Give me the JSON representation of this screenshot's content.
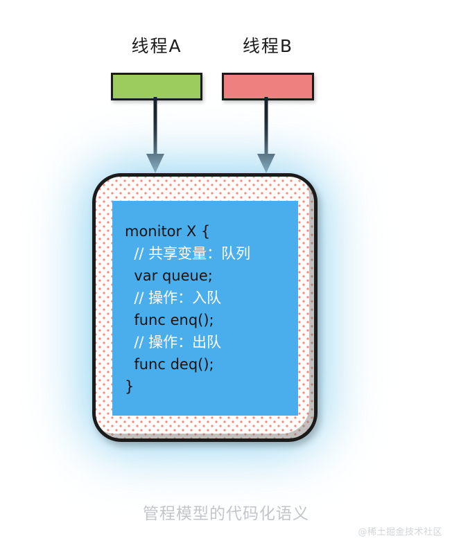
{
  "diagram": {
    "caption": "管程模型的代码化语义",
    "watermark": "@稀土掘金技术社区",
    "threads": [
      {
        "label": "线程A",
        "color": "#9ccb5e",
        "arrow": "down-arrow"
      },
      {
        "label": "线程B",
        "color": "#ef8080",
        "arrow": "down-arrow"
      }
    ],
    "monitor": {
      "panel_color": "#4aaeec",
      "border_color": "#1b1b1b",
      "dot_color": "#f08c7a",
      "glow_color": "#9fd8f2",
      "code_lines": [
        {
          "text": "monitor X {",
          "kind": "code"
        },
        {
          "text": "  // 共享变量：队列",
          "kind": "comment"
        },
        {
          "text": "  var queue;",
          "kind": "code"
        },
        {
          "text": "  // 操作：入队",
          "kind": "comment"
        },
        {
          "text": "  func enq();",
          "kind": "code"
        },
        {
          "text": "  // 操作：出队",
          "kind": "comment"
        },
        {
          "text": "  func deq();",
          "kind": "code"
        },
        {
          "text": "}",
          "kind": "code"
        }
      ]
    }
  }
}
